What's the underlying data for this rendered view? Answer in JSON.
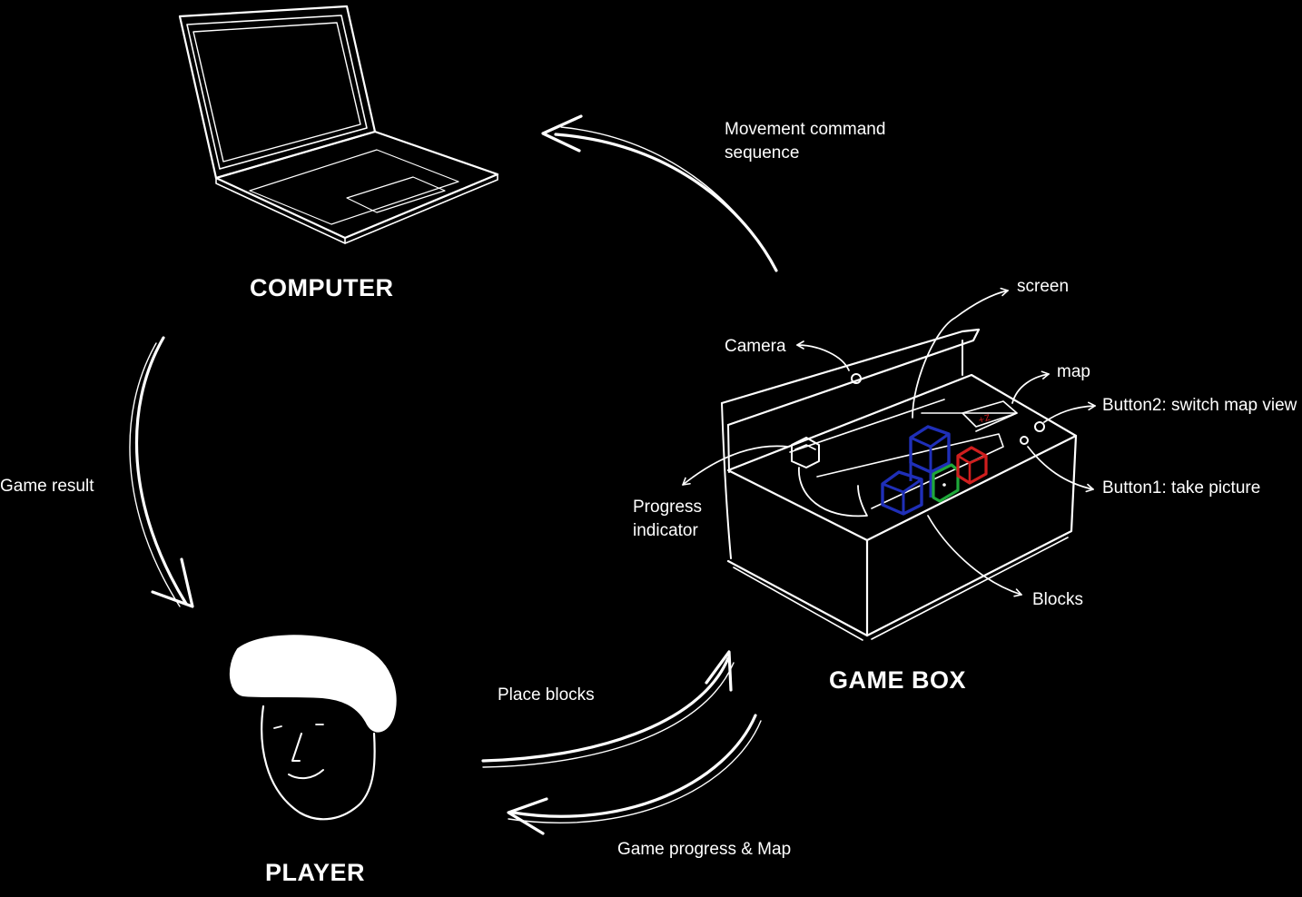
{
  "nodes": {
    "computer": "COMPUTER",
    "player": "PLAYER",
    "game_box": "GAME BOX"
  },
  "flows": {
    "box_to_computer_line1": "Movement command",
    "box_to_computer_line2": "sequence",
    "computer_to_player": "Game result",
    "player_to_box": "Place blocks",
    "box_to_player": "Game progress & Map"
  },
  "box_parts": {
    "screen": "screen",
    "camera": "Camera",
    "map": "map",
    "button2": "Button2: switch map view",
    "button1": "Button1: take picture",
    "progress_line1": "Progress",
    "progress_line2": "indicator",
    "blocks": "Blocks"
  },
  "colors": {
    "background": "#000000",
    "sketch": "#ffffff",
    "block_blue": "#1f2fb8",
    "block_green": "#1fa83a",
    "block_red": "#d01e1e"
  },
  "icons": {
    "computer": "laptop-icon",
    "player": "player-face-icon",
    "game_box": "game-box-icon"
  }
}
